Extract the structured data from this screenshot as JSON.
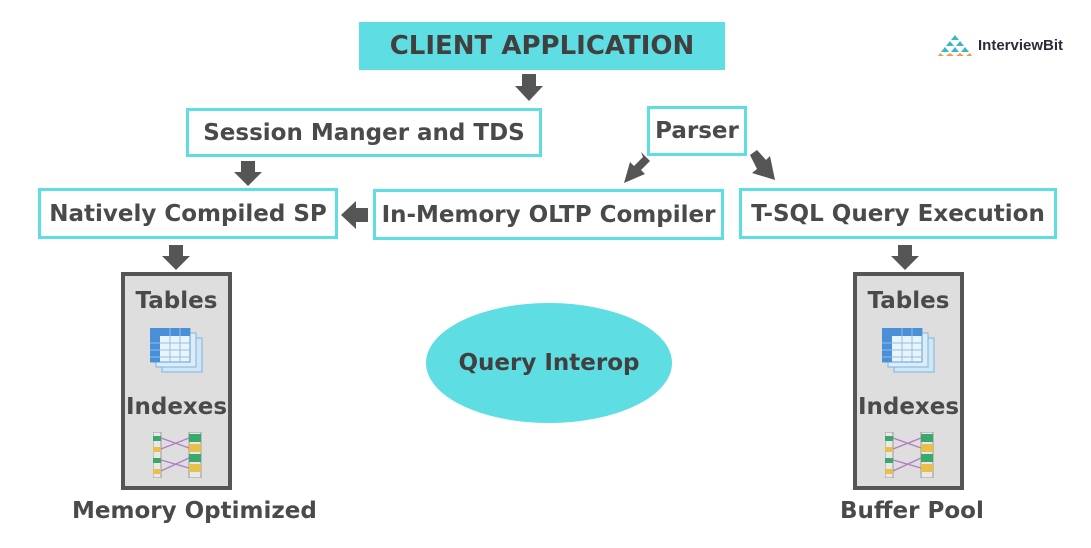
{
  "client_application": "CLIENT APPLICATION",
  "session_manager": "Session Manger and TDS",
  "parser": "Parser",
  "natively_compiled_sp": "Natively Compiled SP",
  "inmemory_compiler": "In-Memory OLTP Compiler",
  "tsql_execution": "T-SQL Query Execution",
  "query_interop": "Query Interop",
  "memory_optimized": {
    "tables_label": "Tables",
    "indexes_label": "Indexes",
    "caption": "Memory Optimized"
  },
  "buffer_pool": {
    "tables_label": "Tables",
    "indexes_label": "Indexes",
    "caption": "Buffer Pool"
  },
  "logo": {
    "text": "InterviewBit"
  },
  "colors": {
    "accent": "#5edde3",
    "arrow": "#555555",
    "text": "#4a4a4a",
    "store_bg": "#dedede"
  }
}
